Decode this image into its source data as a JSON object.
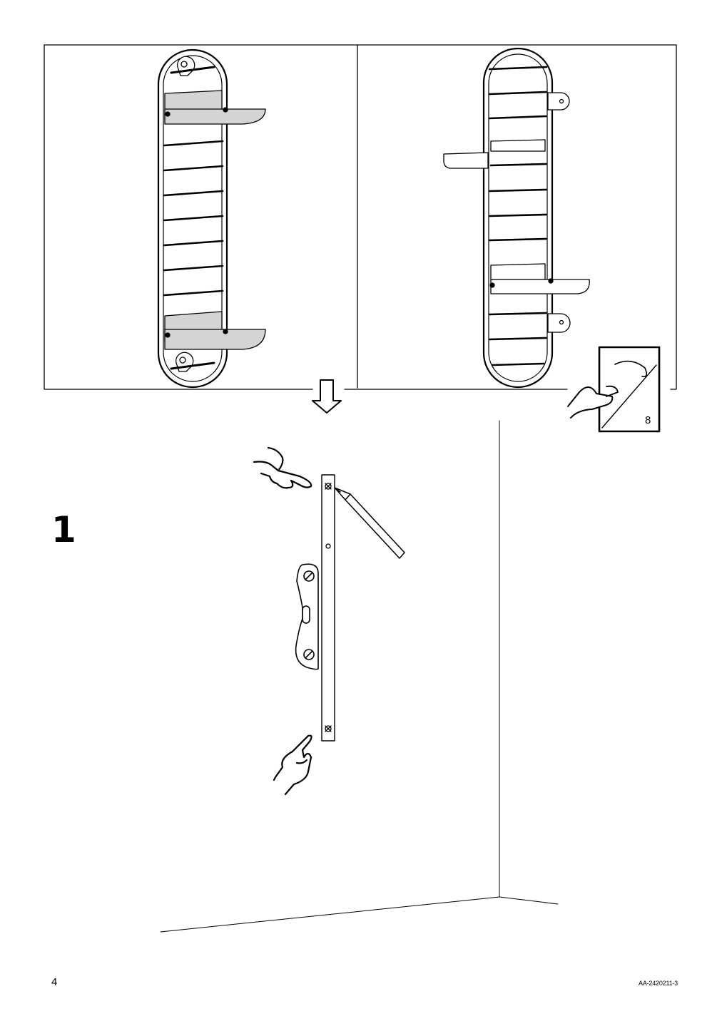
{
  "step": {
    "number": "1"
  },
  "reference": {
    "page": "8"
  },
  "footer": {
    "page_number": "4",
    "doc_code": "AA-2420211-3"
  },
  "colors": {
    "line": "#000000",
    "shelf_fill": "#d4d4d4",
    "background": "#ffffff"
  },
  "icons": [
    "shelf-rack-front-icon",
    "shelf-rack-back-icon",
    "down-arrow-icon",
    "page-reference-icon",
    "pointing-hand-icon",
    "pencil-icon",
    "wall-rail-icon",
    "bracket-icon"
  ]
}
